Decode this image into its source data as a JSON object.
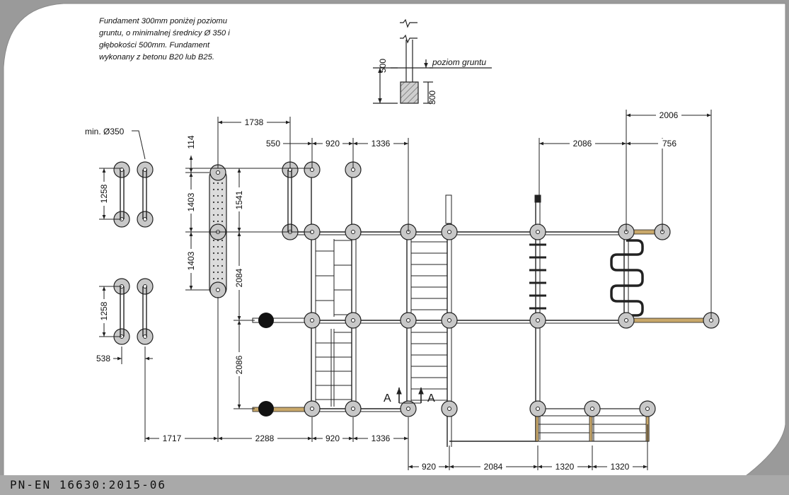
{
  "note": {
    "lines": [
      "Fundament 300mm poniżej poziomu",
      "gruntu, o minimalnej średnicy Ø 350 i",
      "głębokości 500mm. Fundament",
      "wykonany z betonu B20 lub B25."
    ]
  },
  "section_detail": {
    "depth_label": "500",
    "below_label": "300",
    "ground_label": "poziom gruntu"
  },
  "min_diameter_label": "min. Ø350",
  "section_marker": "A",
  "standard": "PN-EN 16630:2015-06",
  "dimensions": {
    "d1738": "1738",
    "d550": "550",
    "d920": "920",
    "d1336": "1336",
    "d2006": "2006",
    "d2086": "2086",
    "d756": "756",
    "d114": "114",
    "d1403": "1403",
    "d1541": "1541",
    "d2084": "2084",
    "d1258": "1258",
    "d538": "538",
    "d1717": "1717",
    "d2288": "2288",
    "d1320": "1320"
  },
  "colors": {
    "footing_fill": "#c8c8c8",
    "wood": "#c9a86a",
    "line": "#222222",
    "sheet": "#ffffff",
    "frame": "#9a9a9a"
  }
}
